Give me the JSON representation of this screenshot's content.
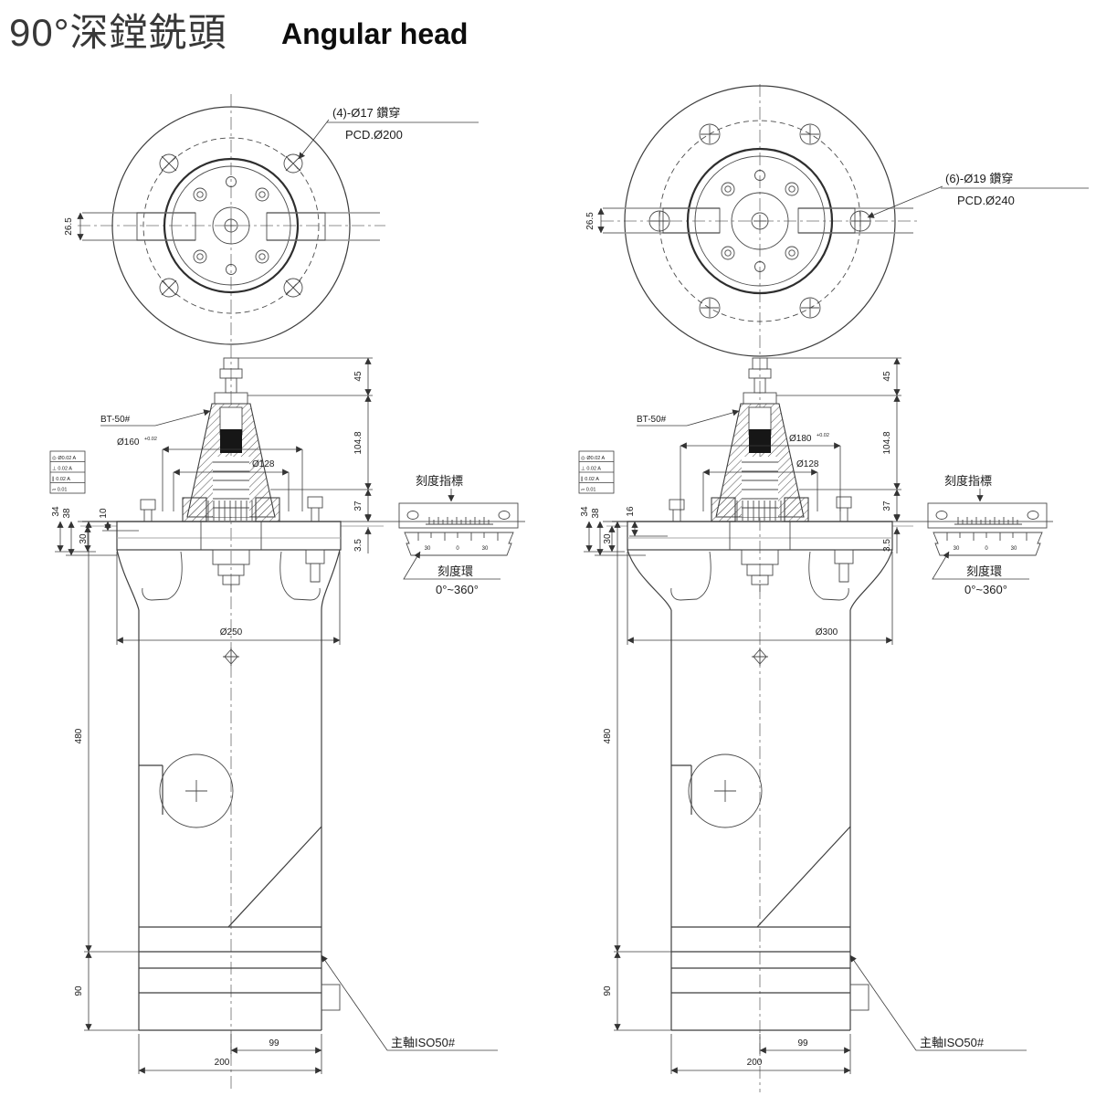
{
  "title": {
    "zh": "90°深鏜銑頭",
    "en": "Angular head"
  },
  "left": {
    "hole_note": "(4)-Ø17 鑽穿",
    "pcd": "PCD.Ø200",
    "slot": "26.5",
    "taper": "BT-50#",
    "dia1": "Ø160",
    "dia1_tol": "+0.02",
    "dia2": "Ø128",
    "d1": "34",
    "d2": "38",
    "d3": "10",
    "d4": "30",
    "r1": "45",
    "r2": "104.8",
    "r3": "37",
    "r4": "3.5",
    "flange": "Ø250",
    "h1": "480",
    "h2": "90",
    "w1": "99",
    "w2": "200",
    "spindle": "主軸ISO50#",
    "indicator": "刻度指標",
    "ring": "刻度環",
    "ring_range": "0°~360°",
    "scale": [
      "30",
      "0",
      "30"
    ],
    "frames": [
      "◎ Ø0.02 A",
      "⊥ 0.02 A",
      "∥ 0.02 A",
      "⏥ 0.01"
    ]
  },
  "right": {
    "hole_note": "(6)-Ø19 鑽穿",
    "pcd": "PCD.Ø240",
    "slot": "26.5",
    "taper": "BT-50#",
    "dia1": "Ø180",
    "dia1_tol": "+0.02",
    "dia2": "Ø128",
    "d1": "34",
    "d2": "38",
    "d3": "16",
    "d4": "30",
    "r1": "45",
    "r2": "104.8",
    "r3": "37",
    "r4": "3.5",
    "flange": "Ø300",
    "h1": "480",
    "h2": "90",
    "w1": "99",
    "w2": "200",
    "spindle": "主軸ISO50#",
    "indicator": "刻度指標",
    "ring": "刻度環",
    "ring_range": "0°~360°",
    "scale": [
      "30",
      "0",
      "30"
    ],
    "frames": [
      "◎ Ø0.02 A",
      "⊥ 0.02 A",
      "∥ 0.02 A",
      "⏥ 0.01"
    ]
  }
}
